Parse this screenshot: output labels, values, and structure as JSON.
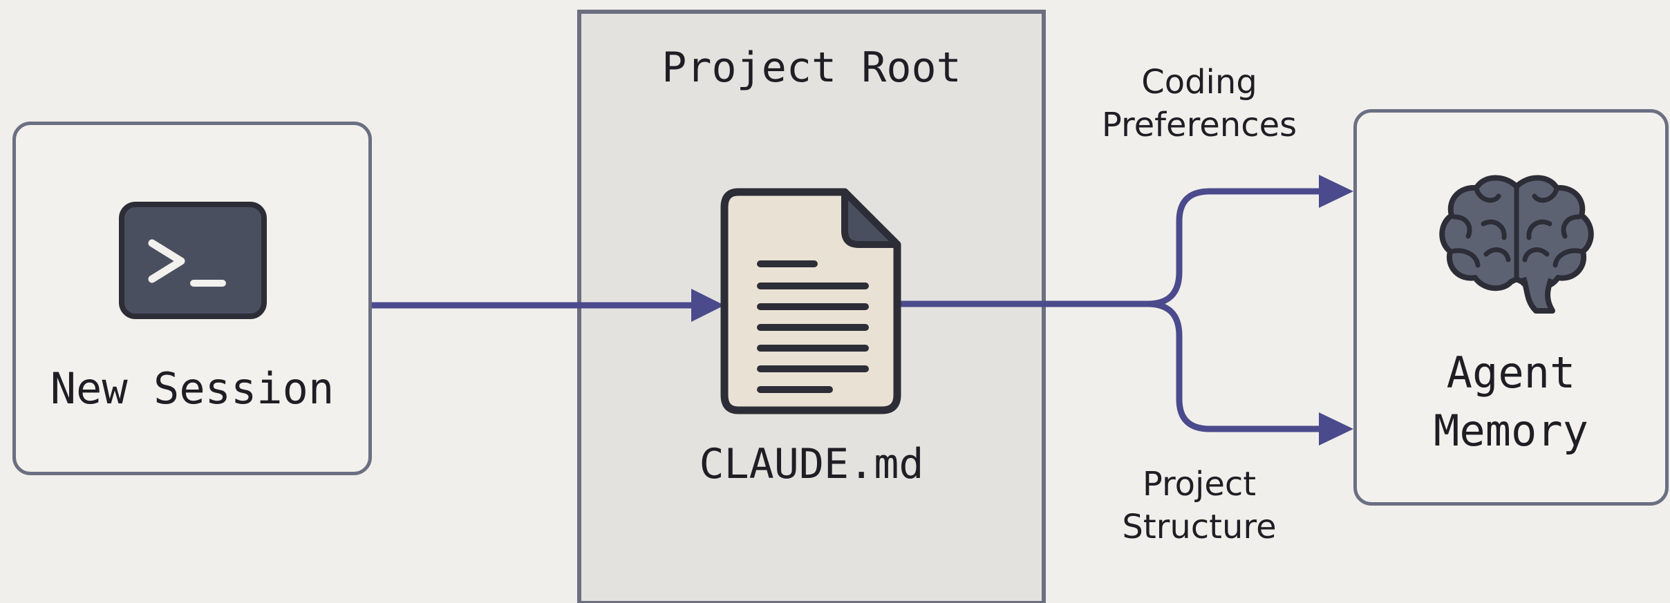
{
  "nodes": {
    "new_session": {
      "label": "New Session",
      "icon": "terminal-icon"
    },
    "project_root": {
      "title": "Project Root"
    },
    "claude_file": {
      "label": "CLAUDE.md",
      "icon": "document-icon"
    },
    "agent_memory": {
      "label_line1": "Agent",
      "label_line2": "Memory",
      "icon": "brain-icon"
    }
  },
  "edges": {
    "coding_preferences": {
      "line1": "Coding",
      "line2": "Preferences"
    },
    "project_structure": {
      "line1": "Project",
      "line2": "Structure"
    }
  },
  "colors": {
    "background": "#f1efeb",
    "arrow": "#4b4a8c",
    "border": "#6b6f82",
    "icon_dark": "#4a4f60"
  }
}
